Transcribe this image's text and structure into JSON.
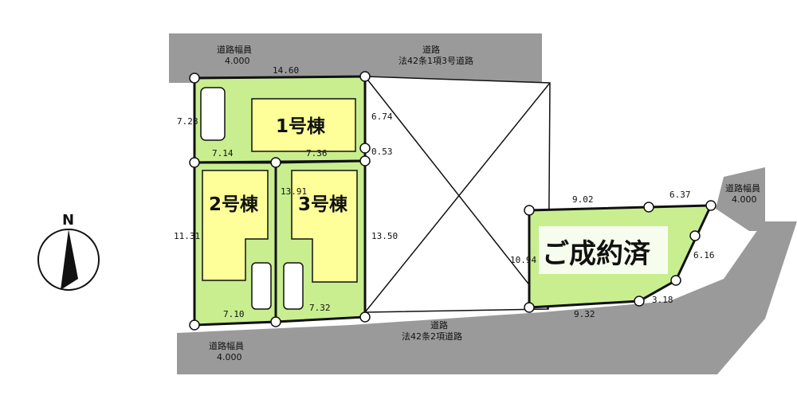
{
  "north": {
    "label": "N"
  },
  "roads": {
    "top": {
      "width_label": "道路幅員",
      "width_value": "4.000",
      "name": "道路",
      "note": "法42条1項3号道路"
    },
    "bottom": {
      "width_label": "道路幅員",
      "width_value": "4.000",
      "name": "道路",
      "note": "法42条2項道路"
    },
    "right": {
      "width_label": "道路幅員",
      "width_value": "4.000"
    }
  },
  "buildings": {
    "b1": "1号棟",
    "b2": "2号棟",
    "b3": "3号棟"
  },
  "sold_label": "ご成約済",
  "dimensions": {
    "top_width": "14.60",
    "left_upper": "7.28",
    "b1_bottom_left": "7.14",
    "b1_bottom_right": "7.36",
    "right_upper": "6.74",
    "right_gap": "0.53",
    "left_lower": "11.31",
    "middle_lower": "13.91",
    "right_lower": "13.50",
    "b2_bottom": "7.10",
    "b3_bottom": "7.32",
    "sold_top_left": "9.02",
    "sold_top_right": "6.37",
    "sold_left": "10.94",
    "sold_right": "6.16",
    "sold_bottom": "9.32",
    "sold_corner": "3.18"
  },
  "colors": {
    "lot": "#c8ee90",
    "building": "#ffff99",
    "road": "#9a9a9a",
    "outline": "#111111"
  }
}
